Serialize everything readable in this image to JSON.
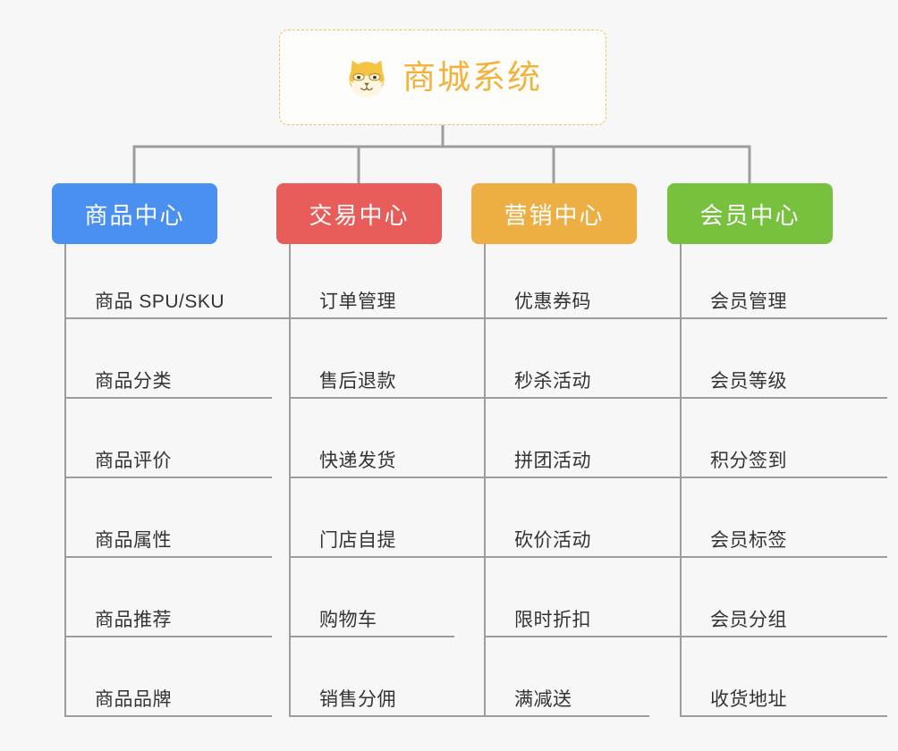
{
  "diagram": {
    "type": "mindmap",
    "title": "商城系统",
    "root": {
      "label": "商城系统",
      "icon": "shiba-dog-emoji",
      "border_color": "#f0c05a",
      "text_color": "#f2b33d",
      "background": "#fdfdfb"
    },
    "canvas_background": "#f7f7f7",
    "connector_color": "#9d9d9d",
    "branches": [
      {
        "label": "商品中心",
        "color": "#4a90f0",
        "items": [
          "商品 SPU/SKU",
          "商品分类",
          "商品评价",
          "商品属性",
          "商品推荐",
          "商品品牌"
        ]
      },
      {
        "label": "交易中心",
        "color": "#e85d5a",
        "items": [
          "订单管理",
          "售后退款",
          "快递发货",
          "门店自提",
          "购物车",
          "销售分佣"
        ]
      },
      {
        "label": "营销中心",
        "color": "#edaf43",
        "items": [
          "优惠券码",
          "秒杀活动",
          "拼团活动",
          "砍价活动",
          "限时折扣",
          "满减送"
        ]
      },
      {
        "label": "会员中心",
        "color": "#77c13f",
        "items": [
          "会员管理",
          "会员等级",
          "积分签到",
          "会员标签",
          "会员分组",
          "收货地址"
        ]
      }
    ]
  }
}
